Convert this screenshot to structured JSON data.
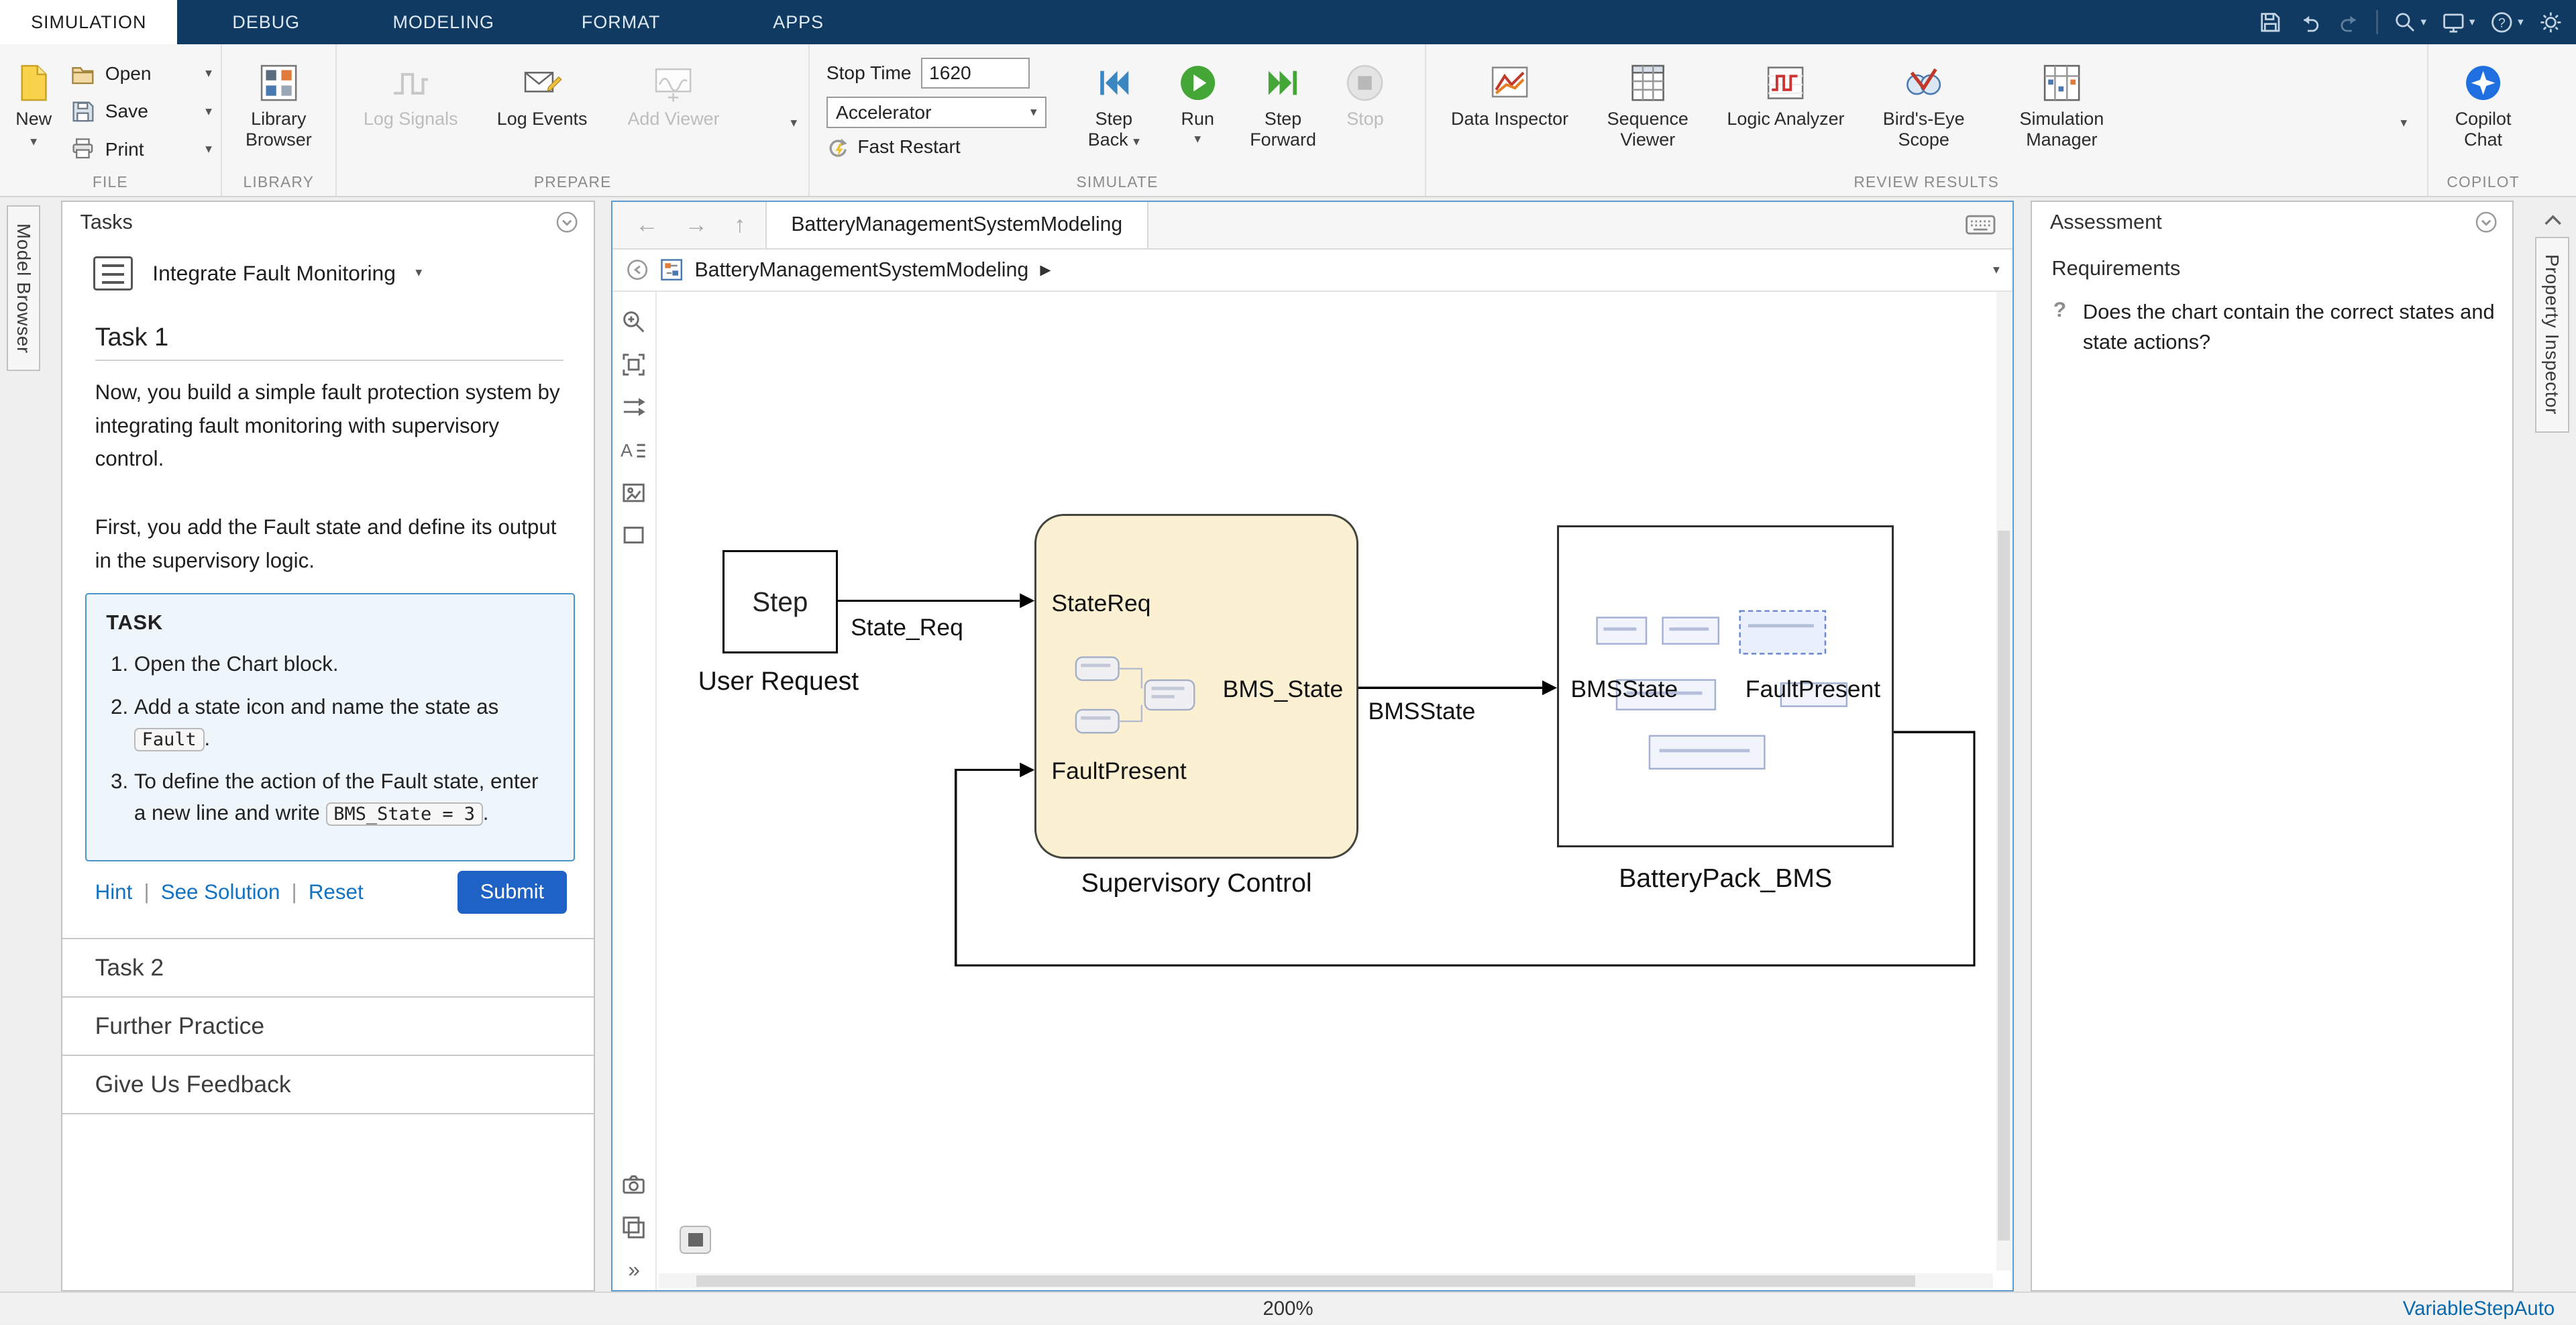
{
  "tabs": [
    "SIMULATION",
    "DEBUG",
    "MODELING",
    "FORMAT",
    "APPS"
  ],
  "icons": {
    "caret_down": "▾",
    "breadcrumb_arrow": "▶",
    "nav_back": "←",
    "nav_forward": "→",
    "nav_up": "↑",
    "more_chevrons": "»",
    "question_mark": "?"
  },
  "ribbon": {
    "file": {
      "section_label": "FILE",
      "new_label": "New",
      "open_label": "Open",
      "save_label": "Save",
      "print_label": "Print"
    },
    "library": {
      "section_label": "LIBRARY",
      "browser_label": "Library Browser"
    },
    "prepare": {
      "section_label": "PREPARE",
      "log_signals": "Log Signals",
      "log_events": "Log Events",
      "add_viewer": "Add Viewer"
    },
    "simulate": {
      "section_label": "SIMULATE",
      "stop_time_label": "Stop Time",
      "stop_time_value": "1620",
      "mode_value": "Accelerator",
      "fast_restart_label": "Fast Restart",
      "step_back_label": "Step Back",
      "run_label": "Run",
      "step_forward_label": "Step Forward",
      "stop_label": "Stop"
    },
    "review": {
      "section_label": "REVIEW RESULTS",
      "items": [
        "Data Inspector",
        "Sequence Viewer",
        "Logic Analyzer",
        "Bird's-Eye Scope",
        "Simulation Manager"
      ]
    },
    "copilot": {
      "section_label": "COPILOT",
      "chat_label": "Copilot Chat"
    }
  },
  "side_tabs": {
    "model_browser": "Model Browser",
    "property_inspector": "Property Inspector"
  },
  "tasks": {
    "panel_title": "Tasks",
    "course_title": "Integrate Fault Monitoring",
    "task1_heading": "Task 1",
    "intro1": "Now, you build a simple fault protection system by integrating fault monitoring with supervisory control.",
    "intro2": "First, you add the Fault state and define its output in the supervisory logic.",
    "box_title": "TASK",
    "step1": "Open the Chart block.",
    "step2_text": "Add a state icon and name the state as",
    "step2_code": "Fault",
    "step2_end": ".",
    "step3_text": "To define the action of the Fault state, enter a new line and write",
    "step3_code": "BMS_State = 3",
    "step3_end": ".",
    "hint": "Hint",
    "see_solution": "See Solution",
    "reset": "Reset",
    "sep": "|",
    "submit": "Submit",
    "section2": "Task 2",
    "section3": "Further Practice",
    "section4": "Give Us Feedback"
  },
  "editor": {
    "doc_tab": "BatteryManagementSystemModeling",
    "breadcrumb_root": "BatteryManagementSystemModeling"
  },
  "diagram": {
    "step_text": "Step",
    "step_label": "User Request",
    "wire1_label": "State_Req",
    "chart_in1": "StateReq",
    "chart_out1": "BMS_State",
    "chart_in2": "FaultPresent",
    "chart_label": "Supervisory Control",
    "wire2_label": "BMSState",
    "bms_in": "BMSState",
    "bms_out": "FaultPresent",
    "bms_label": "BatteryPack_BMS"
  },
  "assessment": {
    "panel_title": "Assessment",
    "requirements_title": "Requirements",
    "question": "Does the chart contain the correct states and state actions?"
  },
  "status": {
    "zoom_level": "200%",
    "solver": "VariableStepAuto"
  },
  "colors": {
    "titlebar_blue": "#103a62",
    "editor_focus_border": "#5e9bd1",
    "chart_fill": "#fcf0d2",
    "run_green": "#43a636",
    "submit_blue": "#1f62c5",
    "link_blue": "#1272c3",
    "solver_blue": "#0a6ab0"
  }
}
